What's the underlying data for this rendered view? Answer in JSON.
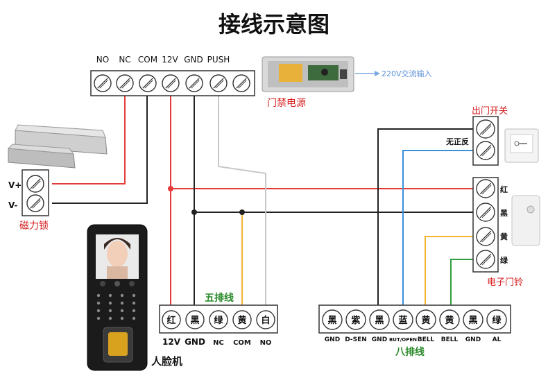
{
  "title": "接线示意图",
  "power_supply": {
    "label": "门禁电源",
    "input_label": "220V交流输入",
    "terminals": [
      "NO",
      "NC",
      "COM",
      "12V",
      "GND",
      "PUSH"
    ]
  },
  "magnetic_lock": {
    "label": "磁力锁",
    "terminals": [
      "V+",
      "V-"
    ]
  },
  "exit_button": {
    "label": "出门开关",
    "polarity": "无正反"
  },
  "doorbell": {
    "label": "电子门铃",
    "terminals": [
      "红",
      "黑",
      "黄",
      "绿"
    ]
  },
  "face_device": {
    "label": "人脸机"
  },
  "five_wire": {
    "label": "五排线",
    "colors": [
      "红",
      "黑",
      "绿",
      "黄",
      "白"
    ],
    "signals": [
      "12V",
      "GND",
      "NC",
      "COM",
      "NO"
    ]
  },
  "eight_wire": {
    "label": "八排线",
    "colors": [
      "黑",
      "紫",
      "黑",
      "蓝",
      "黄",
      "黄",
      "黑",
      "绿"
    ],
    "signals": [
      "GND",
      "D-SEN",
      "GND",
      "BUT/OPEN",
      "BELL",
      "BELL",
      "GND",
      "AL"
    ]
  },
  "colors": {
    "red": "#e63a3a",
    "black": "#222222",
    "gray": "#c8c8c8",
    "yellow": "#f2b632",
    "blue": "#3a8fd8",
    "green": "#2e9e3e",
    "label_red": "#d81e1e",
    "label_green": "#2a8a2a"
  }
}
